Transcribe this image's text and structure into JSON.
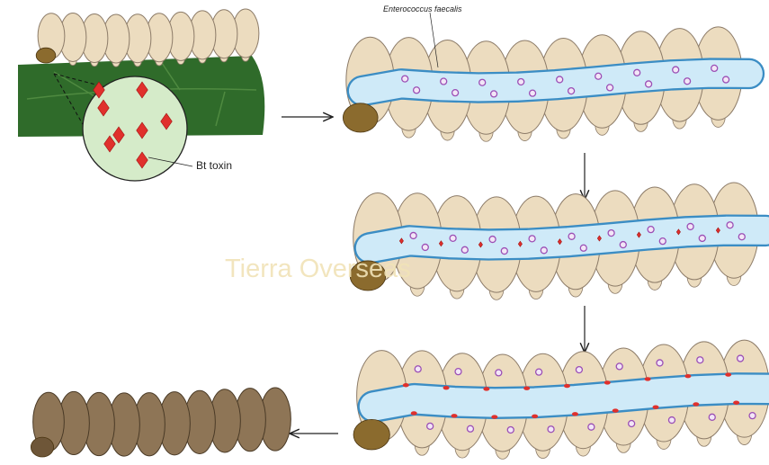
{
  "labels": {
    "bacteria": "Enterococcus faecalis",
    "toxin": "Bt toxin"
  },
  "watermark": "Tierra Overseas",
  "colors": {
    "body": "#ecdcbf",
    "body_stroke": "#8c7b68",
    "head": "#8b6b2e",
    "gut_fill": "#cfeaf8",
    "gut_stroke": "#3b8dc4",
    "bacteria": "#9b4fb5",
    "toxin": "#e0302c",
    "leaf": "#2f6b2a",
    "lens": "#d5ebc9",
    "dead_body": "#8e7556"
  },
  "stages": [
    {
      "name": "ingestion",
      "has_toxin": true
    },
    {
      "name": "gut-with-bacteria",
      "bacteria": true
    },
    {
      "name": "toxin-in-gut",
      "bacteria": true,
      "toxin": true
    },
    {
      "name": "bacteria-invade-body",
      "bacteria": true,
      "toxin": true
    },
    {
      "name": "dead-larva"
    }
  ]
}
